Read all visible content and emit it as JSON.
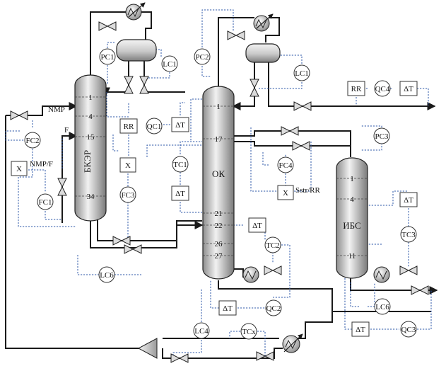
{
  "columns": {
    "bker": {
      "name": "БКЭР",
      "trays": [
        "1",
        "4",
        "15",
        "34"
      ]
    },
    "ok": {
      "name": "ОК",
      "trays": [
        "1",
        "17",
        "21",
        "22",
        "26",
        "27"
      ]
    },
    "ibs": {
      "name": "ИБС",
      "trays": [
        "1",
        "4",
        "11"
      ]
    }
  },
  "streams": {
    "nmp": "NMP",
    "feed": "F"
  },
  "ratio_labels": {
    "nmp_f": "NMP/F",
    "sstr_rr": "Sstr/RR"
  },
  "instruments": {
    "pc1": "PC1",
    "lc1_left": "LC1",
    "pc2": "PC2",
    "lc1_right": "LC1",
    "qc1": "QC1",
    "qc4": "QC4",
    "fc2": "FC2",
    "fc1": "FC1",
    "fc3": "FC3",
    "tc1": "TC1",
    "fc4": "FC4",
    "pc3": "PC3",
    "tc2": "TC2",
    "tc3": "TC3",
    "lc6_left": "LC6",
    "lc6_right": "LC6",
    "qc2": "QC2",
    "qc3": "QC3",
    "lc4": "LC4",
    "tcx": "TCx"
  },
  "blocks": {
    "x_left": "X",
    "x_mid": "X",
    "x_right": "X",
    "rr_left": "RR",
    "rr_right": "RR",
    "dt_1": "ΔT",
    "dt_2": "ΔT",
    "dt_3": "ΔT",
    "dt_4": "ΔT",
    "dt_5": "ΔT",
    "dt_6": "ΔT",
    "dt_7": "ΔT"
  }
}
